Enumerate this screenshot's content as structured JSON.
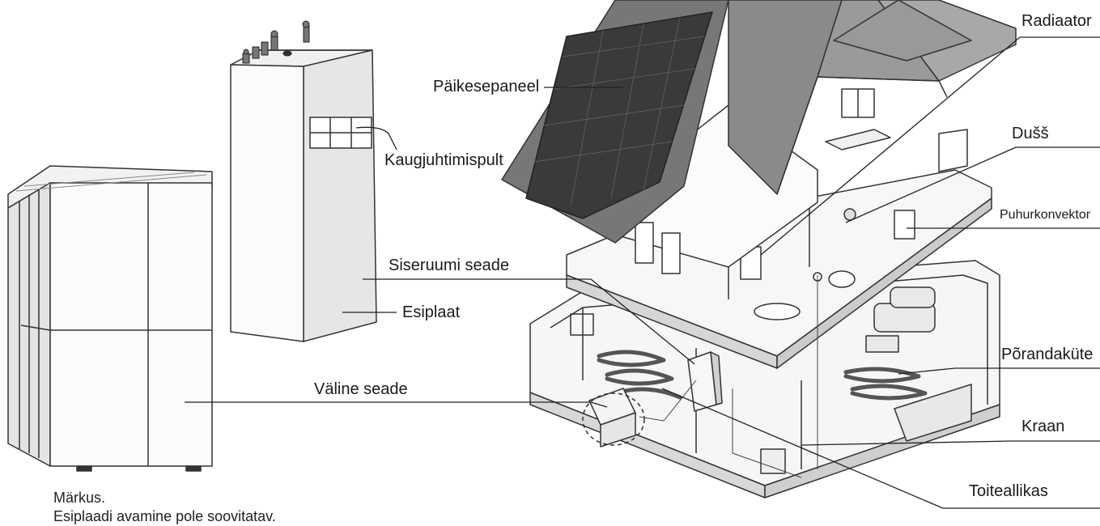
{
  "labels": {
    "solar_panel": "Päikesepaneel",
    "remote_controller": "Kaugjuhtimispult",
    "indoor_unit": "Siseruumi seade",
    "front_panel": "Esiplaat",
    "outdoor_unit": "Väline seade",
    "radiator": "Radiaator",
    "shower": "Dušš",
    "fan_coil": "Puhurkonvektor",
    "floor_heating": "Põrandaküte",
    "tap": "Kraan",
    "power_supply": "Toiteallikas"
  },
  "note": {
    "title": "Märkus.",
    "text": "Esiplaadi avamine pole soovitatav."
  }
}
